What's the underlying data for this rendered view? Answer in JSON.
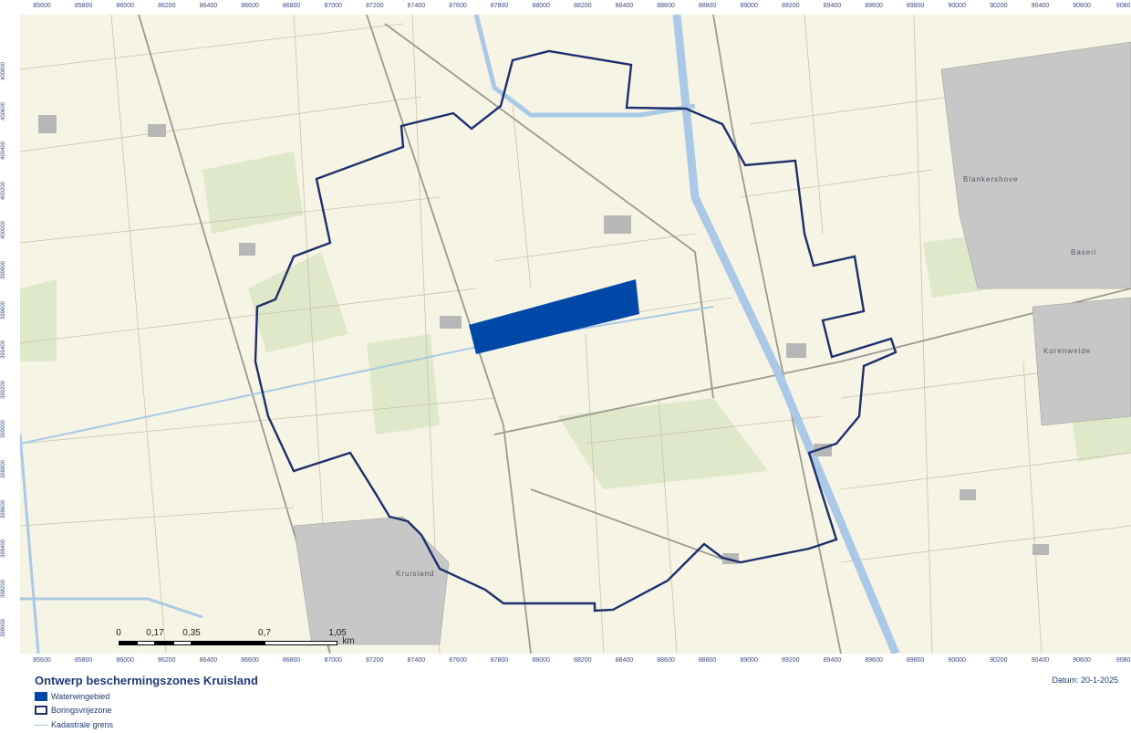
{
  "map": {
    "title": "Ontwerp beschermingszones Kruisland",
    "date": "Datum: 20-1-2025",
    "colors": {
      "background": "#f6f4e4",
      "grassland": "#dfe8c8",
      "water": "#aac9e6",
      "waterwingebied": "#0048a8",
      "boringsvrijezone": "#1f2f6e",
      "kadastrale_grens": "#a7c3df",
      "buildings": "#b7b7b7"
    },
    "x_ticks": [
      "85600",
      "85800",
      "86000",
      "86200",
      "86400",
      "86600",
      "86800",
      "87000",
      "87200",
      "87400",
      "87600",
      "87800",
      "88000",
      "88200",
      "88400",
      "88600",
      "88800",
      "89000",
      "89200",
      "89400",
      "89600",
      "89800",
      "90000",
      "90200",
      "90400",
      "90600",
      "9080"
    ],
    "y_ticks": [
      "400800",
      "400600",
      "400400",
      "400200",
      "400000",
      "399800",
      "399600",
      "399400",
      "399200",
      "399000",
      "398800",
      "398600",
      "398400",
      "398200",
      "398000"
    ],
    "place_labels": [
      {
        "name": "Kruisland"
      },
      {
        "name": "Blankershove"
      },
      {
        "name": "Korenweide"
      },
      {
        "name": "Baseri"
      }
    ],
    "scale": {
      "labels": [
        "0",
        "0,17",
        "0,35",
        "0,7",
        "1,05"
      ],
      "unit": "km"
    },
    "legend": [
      {
        "label": "Waterwingebied"
      },
      {
        "label": "Boringsvrijezone"
      },
      {
        "label": "Kadastrale grens"
      }
    ]
  }
}
